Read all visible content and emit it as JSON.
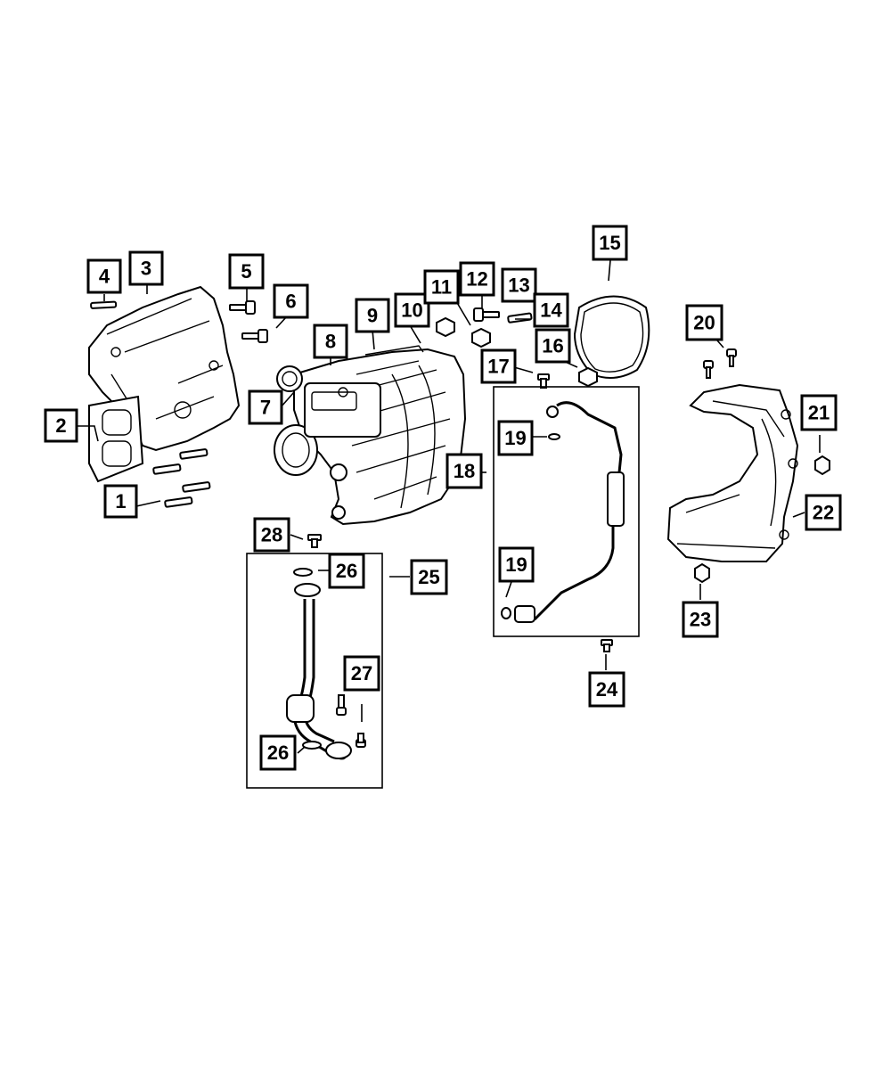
{
  "diagram": {
    "callouts": [
      "1",
      "2",
      "3",
      "4",
      "5",
      "6",
      "7",
      "8",
      "9",
      "10",
      "11",
      "12",
      "13",
      "14",
      "15",
      "16",
      "17",
      "18",
      "19",
      "19",
      "20",
      "21",
      "22",
      "23",
      "24",
      "25",
      "26",
      "26",
      "27",
      "28"
    ]
  }
}
